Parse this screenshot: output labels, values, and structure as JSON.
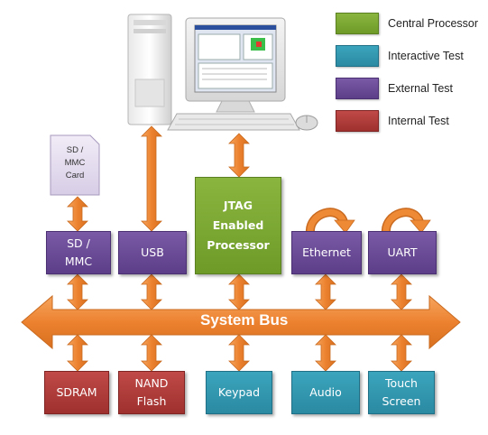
{
  "legend": [
    {
      "label": "Central Processor",
      "color": "#7fae35"
    },
    {
      "label": "Interactive Test",
      "color": "#3198b0"
    },
    {
      "label": "External Test",
      "color": "#6a4b96"
    },
    {
      "label": "Internal Test",
      "color": "#b23d3b"
    }
  ],
  "sd_card": {
    "label": "SD /\nMMC\nCard"
  },
  "processor": {
    "label": "JTAG\nEnabled\nProcessor"
  },
  "external": [
    {
      "label": "SD /\nMMC"
    },
    {
      "label": "USB"
    },
    {
      "label": "Ethernet"
    },
    {
      "label": "UART"
    }
  ],
  "bus": {
    "label": "System Bus"
  },
  "bottom": [
    {
      "label": "SDRAM",
      "kind": "Internal Test"
    },
    {
      "label": "NAND\nFlash",
      "kind": "Internal Test"
    },
    {
      "label": "Keypad",
      "kind": "Interactive Test"
    },
    {
      "label": "Audio",
      "kind": "Interactive Test"
    },
    {
      "label": "Touch\nScreen",
      "kind": "Interactive Test"
    }
  ],
  "colors": {
    "arrow": "#ee8a36",
    "arrow_edge": "#c96a1f"
  },
  "icons": [
    "desktop-computer-icon",
    "sd-card-icon",
    "loopback-arrow-icon"
  ]
}
